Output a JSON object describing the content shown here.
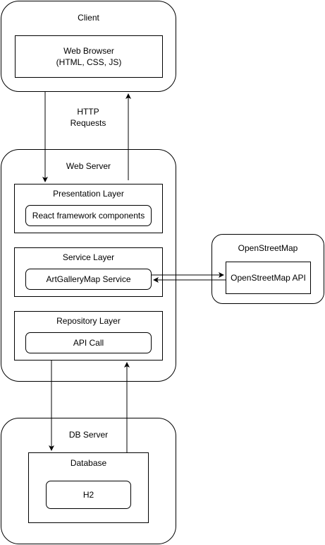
{
  "client": {
    "title": "Client",
    "browser": "Web Browser\n(HTML, CSS, JS)"
  },
  "http_label": "HTTP\nRequests",
  "web_server": {
    "title": "Web Server",
    "presentation": {
      "title": "Presentation Layer",
      "component": "React framework components"
    },
    "service": {
      "title": "Service Layer",
      "component": "ArtGalleryMap Service"
    },
    "repository": {
      "title": "Repository Layer",
      "component": "API Call"
    }
  },
  "osm": {
    "title": "OpenStreetMap",
    "api": "OpenStreetMap API"
  },
  "db_server": {
    "title": "DB Server",
    "database": {
      "title": "Database",
      "engine": "H2"
    }
  }
}
